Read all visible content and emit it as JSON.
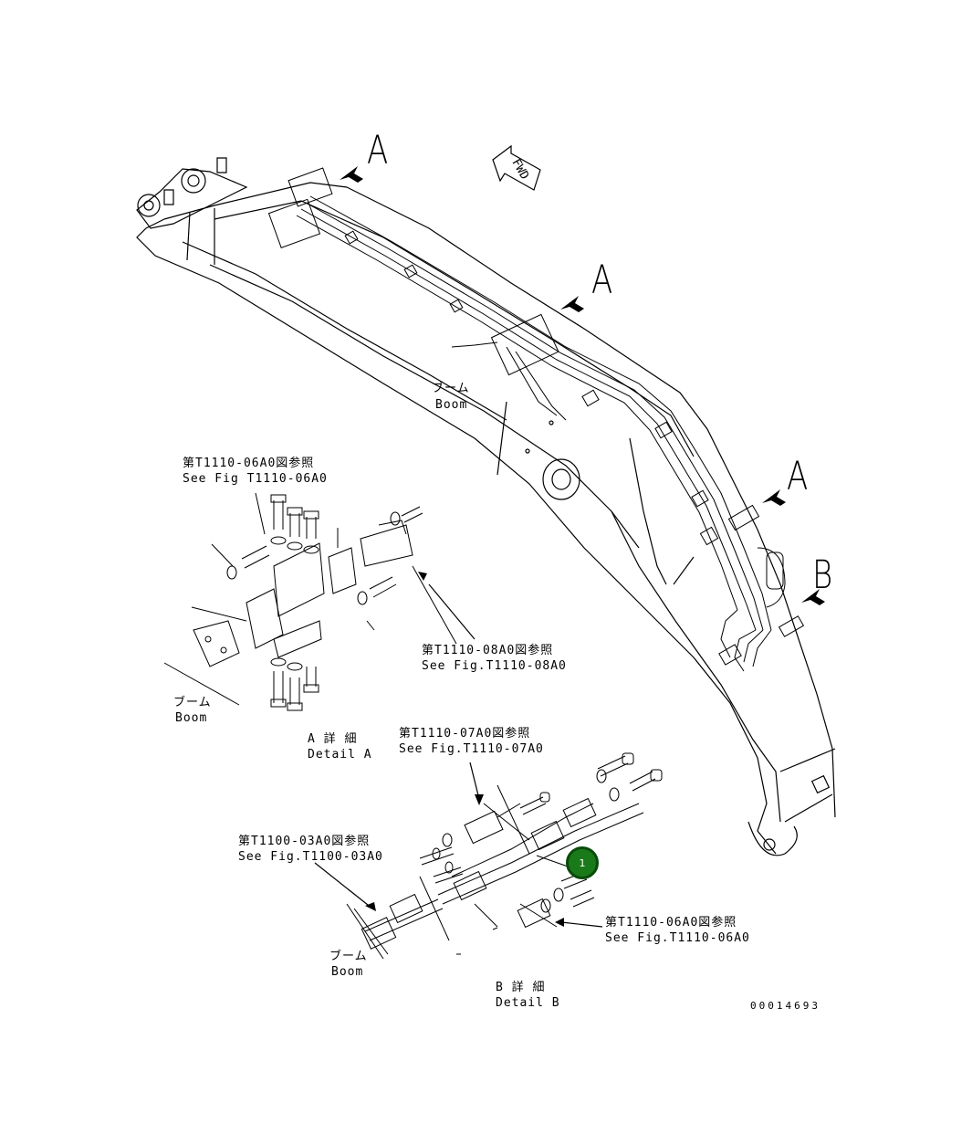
{
  "view_letters": {
    "a1": "A",
    "a2": "A",
    "a3": "A",
    "b": "B"
  },
  "fwd": "FWD",
  "boom_main": {
    "jp": "ブーム",
    "en": "Boom"
  },
  "ref_0620_top": {
    "jp": "第T1110-06A0図参照",
    "en": "See Fig T1110-06A0"
  },
  "ref_0800": {
    "jp": "第T1110-08A0図参照",
    "en": "See Fig.T1110-08A0"
  },
  "boom_a": {
    "jp": "ブーム",
    "en": "Boom"
  },
  "detail_a": {
    "jp": "A 詳 細",
    "en": "Detail A"
  },
  "ref_0700": {
    "jp": "第T1110-07A0図参照",
    "en": "See Fig.T1110-07A0"
  },
  "ref_0300": {
    "jp": "第T1100-03A0図参照",
    "en": "See Fig.T1100-03A0"
  },
  "ref_0620_bottom": {
    "jp": "第T1110-06A0図参照",
    "en": "See Fig.T1110-06A0"
  },
  "boom_b": {
    "jp": "ブーム",
    "en": "Boom"
  },
  "detail_b": {
    "jp": "B 詳 細",
    "en": "Detail B"
  },
  "drawing_number": "00014693",
  "callout_number": "1",
  "colors": {
    "callout_fill": "#1a7a1a",
    "callout_border": "#0a4a0a",
    "line": "#000000"
  }
}
